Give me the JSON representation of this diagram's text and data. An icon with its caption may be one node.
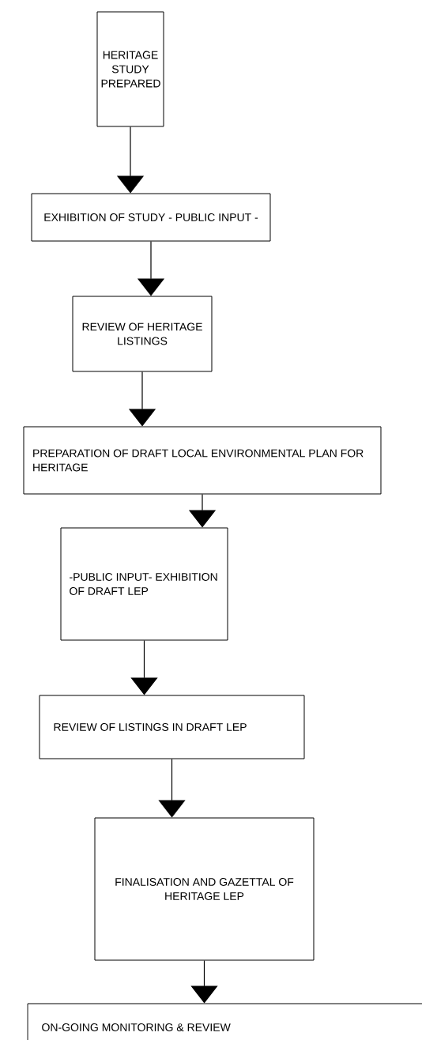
{
  "diagram": {
    "nodes": [
      {
        "text": [
          "HERITAGE STUDY PREPARED"
        ]
      },
      {
        "text": [
          "EXHIBITION OF STUDY - PUBLIC INPUT -"
        ]
      },
      {
        "text": [
          "REVIEW OF HERITAGE LISTINGS"
        ]
      },
      {
        "text": [
          "PREPARATION OF DRAFT LOCAL ENVIRONMENTAL PLAN FOR HERITAGE"
        ]
      },
      {
        "text": [
          "-PUBLIC INPUT- EXHIBITION OF DRAFT LEP"
        ]
      },
      {
        "text": [
          "REVIEW OF LISTINGS IN DRAFT LEP"
        ]
      },
      {
        "text": [
          "FINALISATION AND GAZETTAL OF HERITAGE LEP"
        ]
      },
      {
        "text": [
          "ON-GOING MONITORING & REVIEW"
        ]
      }
    ],
    "edges": [
      {
        "from": 0,
        "to": 1,
        "arrow": "to"
      },
      {
        "from": 1,
        "to": 2,
        "arrow": "to"
      },
      {
        "from": 2,
        "to": 3,
        "arrow": "to"
      },
      {
        "from": 3,
        "to": 4,
        "arrow": "to"
      },
      {
        "from": 4,
        "to": 5,
        "arrow": "to"
      },
      {
        "from": 5,
        "to": 6,
        "arrow": "to"
      },
      {
        "from": 6,
        "to": 7,
        "arrow": "to"
      }
    ]
  }
}
